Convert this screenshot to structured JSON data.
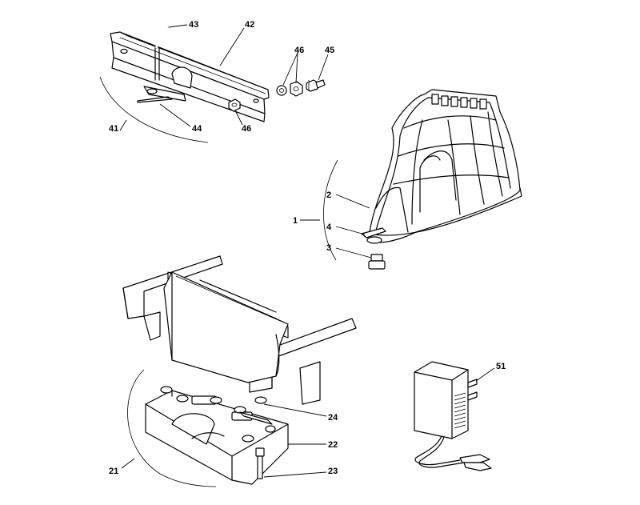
{
  "labels": {
    "p43": "43",
    "p42": "42",
    "p46a": "46",
    "p45": "45",
    "p41": "41",
    "p44": "44",
    "p46b": "46",
    "p2": "2",
    "p1": "1",
    "p4": "4",
    "p3": "3",
    "p24": "24",
    "p22": "22",
    "p21": "21",
    "p23": "23",
    "p51": "51"
  },
  "colors": {
    "line": "#000000",
    "background": "#ffffff"
  }
}
